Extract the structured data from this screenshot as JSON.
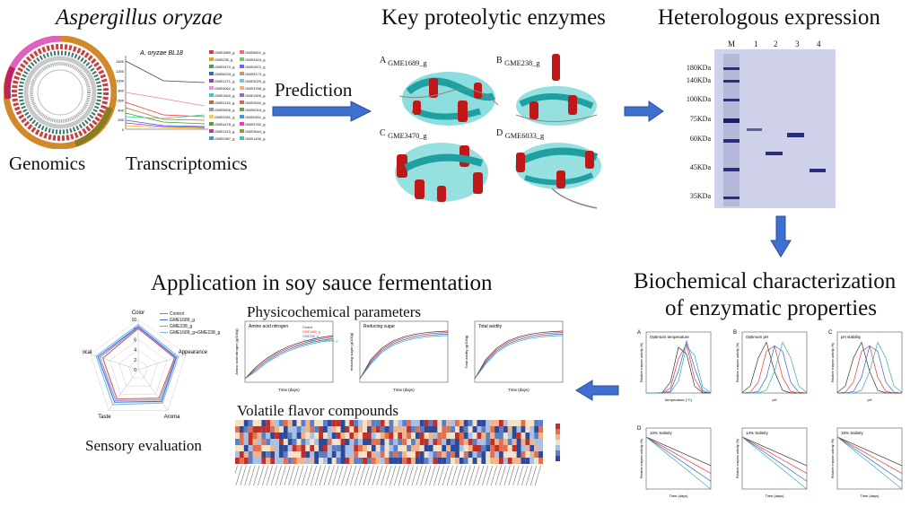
{
  "titles": {
    "organism": "Aspergillus oryzae",
    "enzymes": "Key proteolytic enzymes",
    "expression": "Heterologous expression",
    "biochem_line1": "Biochemical characterization",
    "biochem_line2": "of enzymatic properties",
    "application": "Application in soy sauce fermentation",
    "genomics": "Genomics",
    "transcriptomics": "Transcriptomics",
    "prediction": "Prediction",
    "physchem": "Physicochemical parameters",
    "volatile": "Volatile flavor compounds",
    "sensory": "Sensory evaluation"
  },
  "transcriptomics_chart": {
    "title": "A. oryzae BL18",
    "yticks": [
      "1400",
      "1200",
      "1000",
      "800",
      "600",
      "400",
      "200",
      "0"
    ],
    "legend": [
      "GME1689_g",
      "GME238_g",
      "GME3470_g",
      "GME6033_g",
      "GME1271_g",
      "GME4062_g",
      "GME1840_g",
      "GME2115_g",
      "GME5506_g",
      "GME3391_g",
      "GME4478_g",
      "GME1123_g",
      "GME2987_g",
      "GME6601_g",
      "GME4416_g",
      "GME0872_g",
      "GME5173_g",
      "GME3029_g",
      "GME4788_g",
      "GME1905_g",
      "GME2640_g",
      "GME6318_g",
      "GME0451_g",
      "GME5782_g",
      "GME3644_g",
      "GME1436_g"
    ]
  },
  "proteins": [
    {
      "letter": "A",
      "name": "GME1689_g"
    },
    {
      "letter": "B",
      "name": "GME238_g"
    },
    {
      "letter": "C",
      "name": "GME3470_g"
    },
    {
      "letter": "D",
      "name": "GME6033_g"
    }
  ],
  "gel": {
    "lanes": [
      "M",
      "1",
      "2",
      "3",
      "4"
    ],
    "markers": [
      "180KDa",
      "140KDa",
      "100KDa",
      "75KDa",
      "60KDa",
      "45KDa",
      "35KDa"
    ]
  },
  "biochem": {
    "panel_letters": [
      "A",
      "B",
      "C",
      "D"
    ],
    "top_titles": [
      "Optimum temperature",
      "Optimum pH",
      "pH stability"
    ],
    "bottom_titles": [
      "10% Salinity",
      "14% Salinity",
      "18% Salinity"
    ],
    "xlabel_time": "Time (days)",
    "xlabel_temp": "temperature (°C)",
    "xlabel_ph": "pH",
    "ylabel": "Relative enzyme activity (%)"
  },
  "physchem_charts": [
    {
      "title": "Amino acid nitrogen",
      "ylabel": "Amino acid nitrogen (g/100g)",
      "xlabel": "Time (days)"
    },
    {
      "title": "Reducing sugar",
      "ylabel": "reducing sugar (g/100g)",
      "xlabel": "Time (days)"
    },
    {
      "title": "Total acidity",
      "ylabel": "Total acidity (g/100g)",
      "xlabel": "Time (days)"
    }
  ],
  "series_legend": [
    "Control",
    "GME1689_g",
    "GME238_g",
    "GME1689_g+GME238_g"
  ],
  "radar": {
    "axes": [
      "Color",
      "Appearance",
      "Aroma",
      "Taste",
      "Typical"
    ],
    "ticks": [
      "10",
      "8",
      "6",
      "4",
      "2",
      "0"
    ],
    "series": [
      {
        "name": "Control",
        "color": "#e05a5a",
        "values": [
          8.2,
          7.6,
          7.0,
          7.2,
          7.4
        ]
      },
      {
        "name": "GME1689_g",
        "color": "#3b6fd1",
        "values": [
          8.6,
          8.0,
          7.8,
          8.0,
          8.4
        ]
      },
      {
        "name": "GME238_g",
        "color": "#7a9be0",
        "values": [
          8.4,
          7.8,
          7.4,
          7.6,
          8.0
        ]
      },
      {
        "name": "GME1689_g+GME238_g",
        "color": "#7fb5e8",
        "values": [
          9.0,
          8.4,
          8.2,
          8.6,
          8.8
        ]
      }
    ]
  },
  "colors": {
    "arrow": "#3f6fcf",
    "arrow_stroke": "#2a4f9a",
    "gel_bg": "#cfd0ea",
    "gel_band": "#2b2f7a"
  }
}
